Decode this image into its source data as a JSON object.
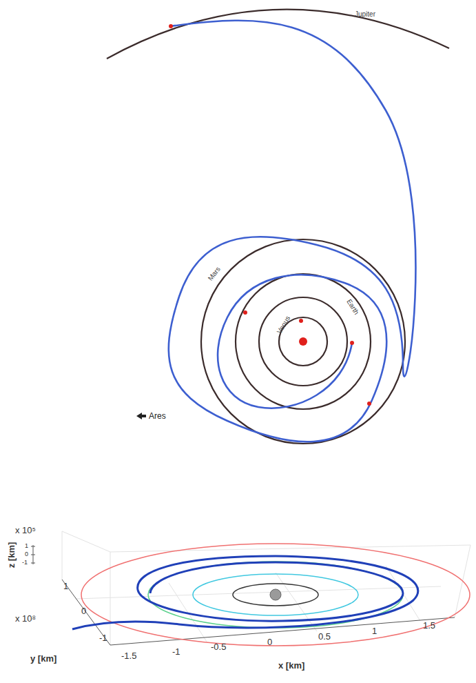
{
  "diagram": {
    "labels": [
      "Jupiter",
      "Mars",
      "Earth",
      "Venus",
      "Ares",
      "x 10⁵",
      "z [km]",
      "1",
      "0",
      "-1",
      "x 10⁸",
      "1",
      "0",
      "-1",
      "y [km]",
      "-1.5",
      "-1",
      "-0.5",
      "0",
      "0.5",
      "1",
      "1.5",
      "x [km]"
    ]
  }
}
